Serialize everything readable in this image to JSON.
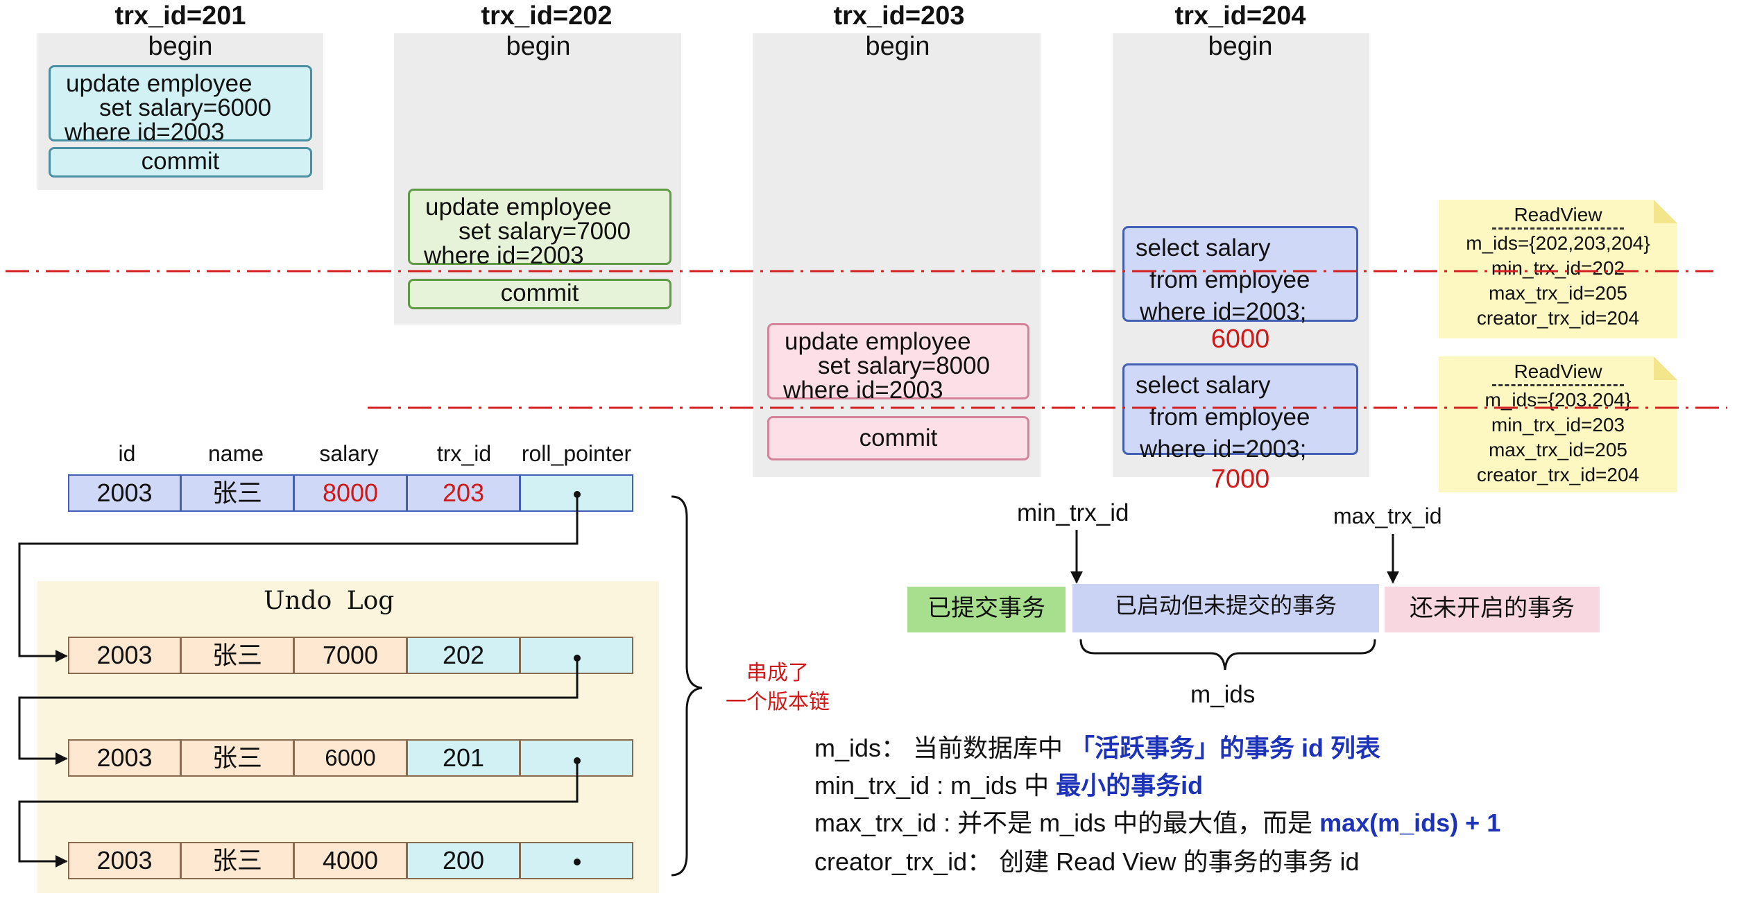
{
  "transactions": [
    {
      "header": "trx_id=201",
      "begin": "begin"
    },
    {
      "header": "trx_id=202",
      "begin": "begin"
    },
    {
      "header": "trx_id=203",
      "begin": "begin"
    },
    {
      "header": "trx_id=204",
      "begin": "begin"
    }
  ],
  "updates": {
    "t201": {
      "line1": "update employee",
      "line2": "set salary=6000",
      "line3": "where id=2003",
      "commit": "commit"
    },
    "t202": {
      "line1": "update employee",
      "line2": "set salary=7000",
      "line3": "where id=2003",
      "commit": "commit"
    },
    "t203": {
      "line1": "update employee",
      "line2": "set salary=8000",
      "line3": "where id=2003",
      "commit": "commit"
    }
  },
  "selects": [
    {
      "line1": "select salary",
      "line2": "from employee",
      "line3": "where id=2003;",
      "result": "6000"
    },
    {
      "line1": "select salary",
      "line2": "from employee",
      "line3": "where id=2003;",
      "result": "7000"
    }
  ],
  "readviews": [
    {
      "title": "ReadView",
      "m_ids": "m_ids={202,203,204}",
      "min": "min_trx_id=202",
      "max": "max_trx_id=205",
      "creator": "creator_trx_id=204"
    },
    {
      "title": "ReadView",
      "m_ids": "m_ids={203,204}",
      "min": "min_trx_id=203",
      "max": "max_trx_id=205",
      "creator": "creator_trx_id=204"
    }
  ],
  "table": {
    "headers": [
      "id",
      "name",
      "salary",
      "trx_id",
      "roll_pointer"
    ],
    "current": [
      "2003",
      "张三",
      "8000",
      "203"
    ],
    "undo_title": "Undo Log",
    "undo_rows": [
      [
        "2003",
        "张三",
        "7000",
        "202"
      ],
      [
        "2003",
        "张三",
        "6000",
        "201"
      ],
      [
        "2003",
        "张三",
        "4000",
        "200"
      ]
    ],
    "pointer": "•"
  },
  "chain_note": {
    "line1": "串成了",
    "line2": "一个版本链"
  },
  "range": {
    "min_label": "min_trx_id",
    "max_label": "max_trx_id",
    "committed": "已提交事务",
    "active": "已启动但未提交的事务",
    "not_started": "还未开启的事务",
    "mids": "m_ids"
  },
  "explanations": {
    "e1_a": "m_ids： 当前数据库中 ",
    "e1_b": "「活跃事务」的事务 id 列表",
    "e2_a": "min_trx_id : m_ids 中 ",
    "e2_b": "最小的事务id",
    "e3_a": "max_trx_id : 并不是 m_ids 中的最大值，而是 ",
    "e3_b": "max(m_ids) + 1",
    "e4": "creator_trx_id： 创建 Read View 的事务的事务 id"
  },
  "colors": {
    "accent_red": "#d01818",
    "highlight_blue": "#1c32b8"
  }
}
